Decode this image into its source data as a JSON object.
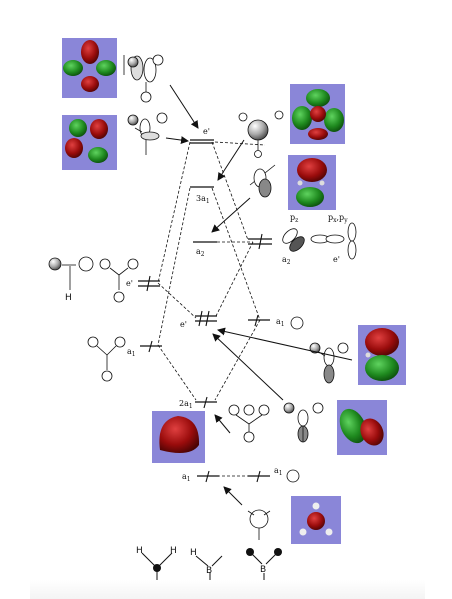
{
  "labels": {
    "e_prime_top": "e'",
    "a1_3": "3a",
    "a1_3_sub": "1",
    "a2_dprime": "a",
    "a2_dprime_sub": "2",
    "pz": "p",
    "pz_sub": "z",
    "pxpy": "p",
    "pxpy_mid": "x",
    "pxpy_tail": ",p",
    "pxpy_sub": "y",
    "a2_dprime_right": "a",
    "a2_dprime_right_sub": "2",
    "e_prime_right": "e'",
    "e_prime_left": "e'",
    "e_prime_mid": "e'",
    "a1_prime_right": "a",
    "a1_prime_right_sub": "1",
    "a1_prime_left": "a",
    "a1_prime_left_sub": "1",
    "a1_2": "2a",
    "a1_2_sub": "1",
    "a1_prime_bottom": "a",
    "a1_prime_bottom_sub": "1",
    "a1_prime_bottom_right": "a",
    "a1_prime_bottom_right_sub": "1",
    "h_left": "H"
  },
  "molecules": {
    "ch3": {
      "h1": "H",
      "h2": "H",
      "h3": "H"
    },
    "bh3": {
      "h1": "H",
      "b": "B",
      "h2": "H"
    },
    "bh3_dots": {
      "b": "B"
    }
  },
  "colors": {
    "orbital_bg": "#8a86d8",
    "lobe_red": "#8b0a0a",
    "lobe_green": "#1f8a1f",
    "line": "#111111"
  }
}
